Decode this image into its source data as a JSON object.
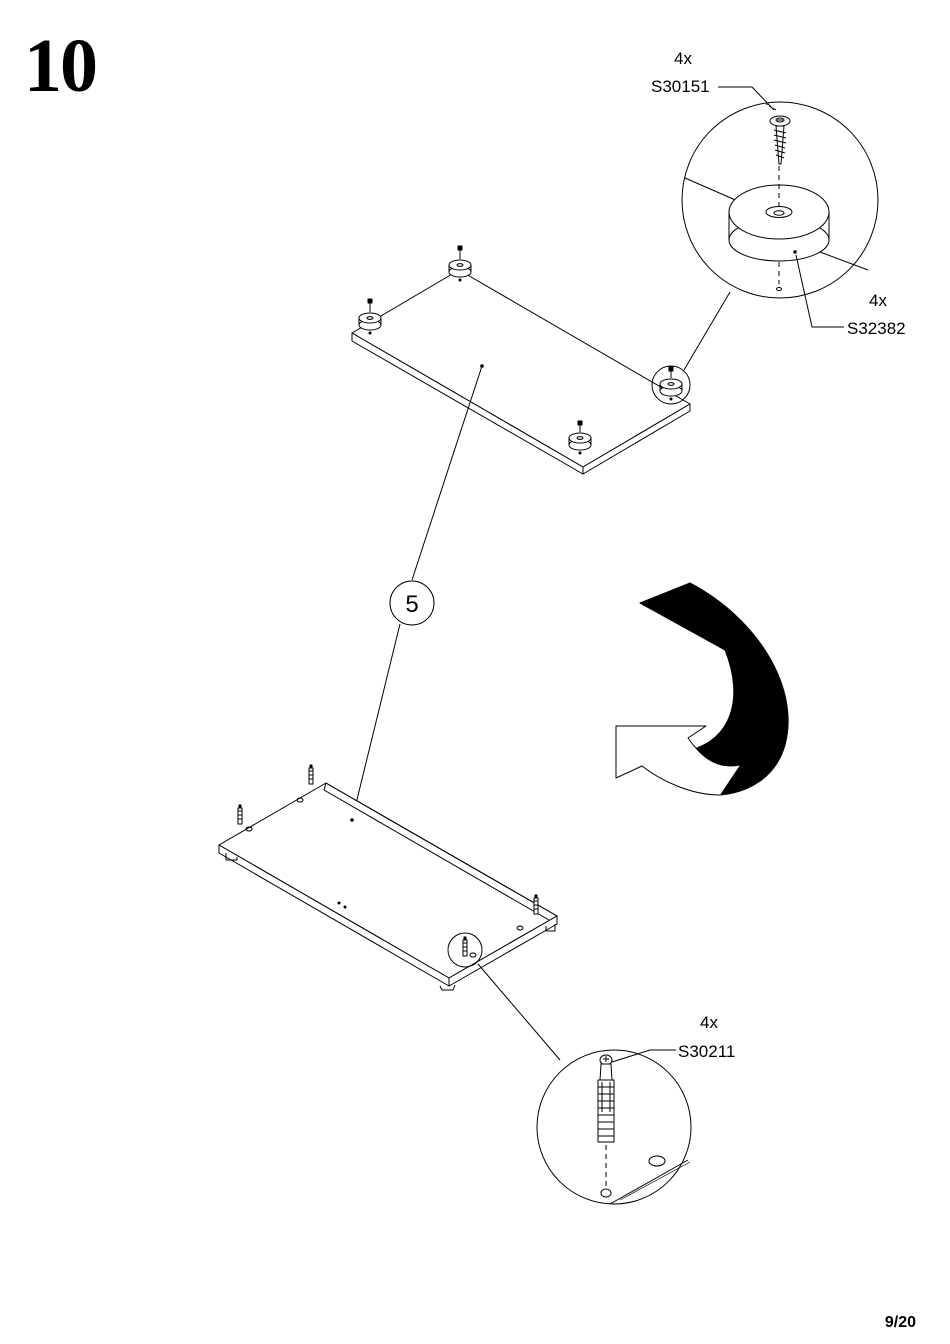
{
  "step": {
    "number": "10"
  },
  "callouts": {
    "top_screw": {
      "qty": "4x",
      "code": "S30151"
    },
    "foot": {
      "qty": "4x",
      "code": "S32382"
    },
    "bottom_dowel": {
      "qty": "4x",
      "code": "S30211"
    }
  },
  "part": {
    "number": "5"
  },
  "page": {
    "number": "9/20"
  }
}
